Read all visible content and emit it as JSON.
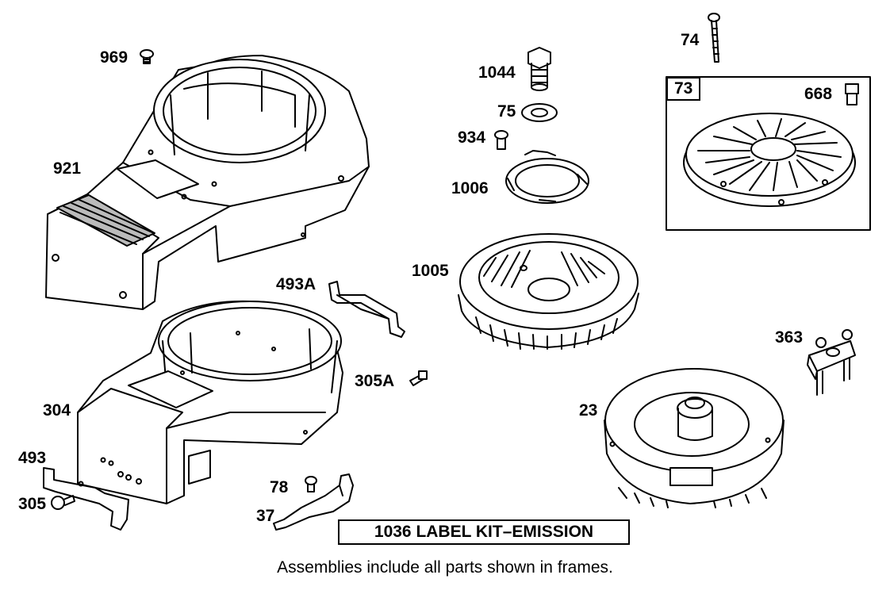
{
  "parts": {
    "p969": "969",
    "p921": "921",
    "p493A": "493A",
    "p305A": "305A",
    "p304": "304",
    "p493": "493",
    "p305": "305",
    "p78": "78",
    "p37": "37",
    "p1044": "1044",
    "p75": "75",
    "p934": "934",
    "p1006": "1006",
    "p1005": "1005",
    "p74": "74",
    "p73": "73",
    "p668": "668",
    "p363": "363",
    "p23": "23"
  },
  "kit_label": "1036 LABEL KIT–EMISSION",
  "footnote": "Assemblies include all parts shown in frames."
}
